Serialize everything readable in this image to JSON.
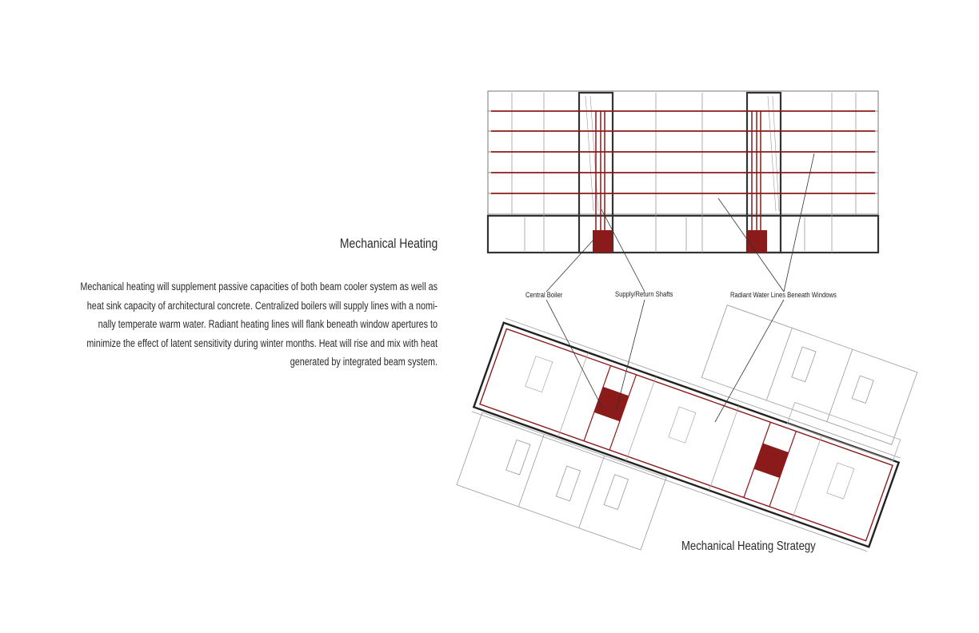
{
  "heading": "Mechanical Heating",
  "body_lines": [
    "Mechanical heating will supplement passive capacities of both beam cooler system as well as",
    "heat sink capacity of architectural concrete.  Centralized boilers will supply lines with a nomi-",
    "nally temperate warm water.  Radiant heating lines will flank beneath window apertures to",
    "minimize the effect of latent sensitivity during winter months.  Heat will rise and mix with heat",
    "generated by integrated beam system."
  ],
  "callouts": {
    "central_boiler": "Central Boiler",
    "shafts": "Supply/Return Shafts",
    "radiant": "Radiant Water Lines Beneath Windows"
  },
  "caption": "Mechanical Heating Strategy",
  "colors": {
    "heating_red": "#8b1a1a",
    "linework": "#555555"
  }
}
